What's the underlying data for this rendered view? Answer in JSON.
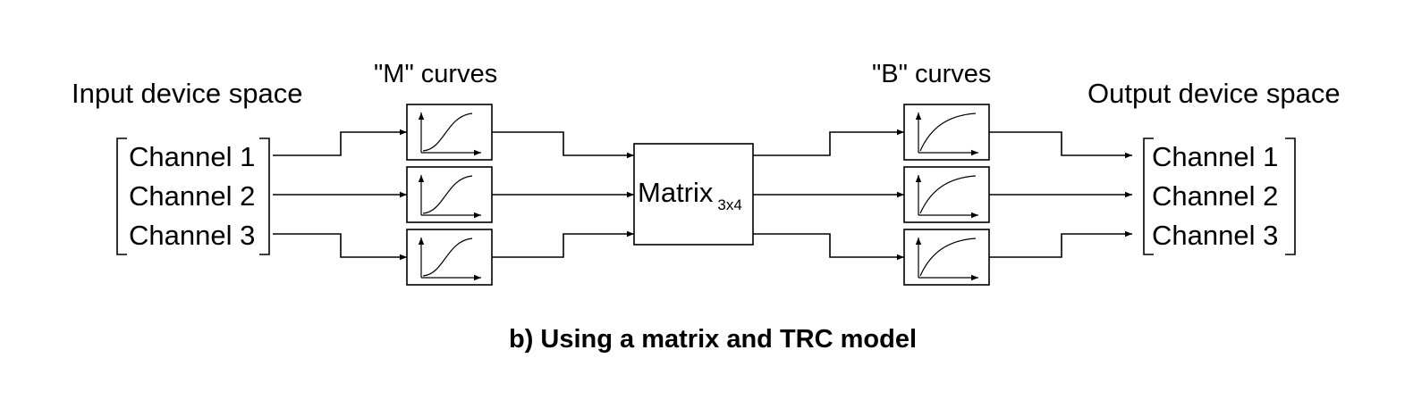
{
  "input": {
    "title": "Input device space",
    "channels": [
      "Channel 1",
      "Channel 2",
      "Channel 3"
    ]
  },
  "output": {
    "title": "Output device space",
    "channels": [
      "Channel 1",
      "Channel 2",
      "Channel 3"
    ]
  },
  "m_curves": {
    "label": "\"M\" curves"
  },
  "b_curves": {
    "label": "\"B\" curves"
  },
  "matrix": {
    "label": "Matrix",
    "dims": "3x4"
  },
  "caption": "b) Using a matrix and TRC model"
}
